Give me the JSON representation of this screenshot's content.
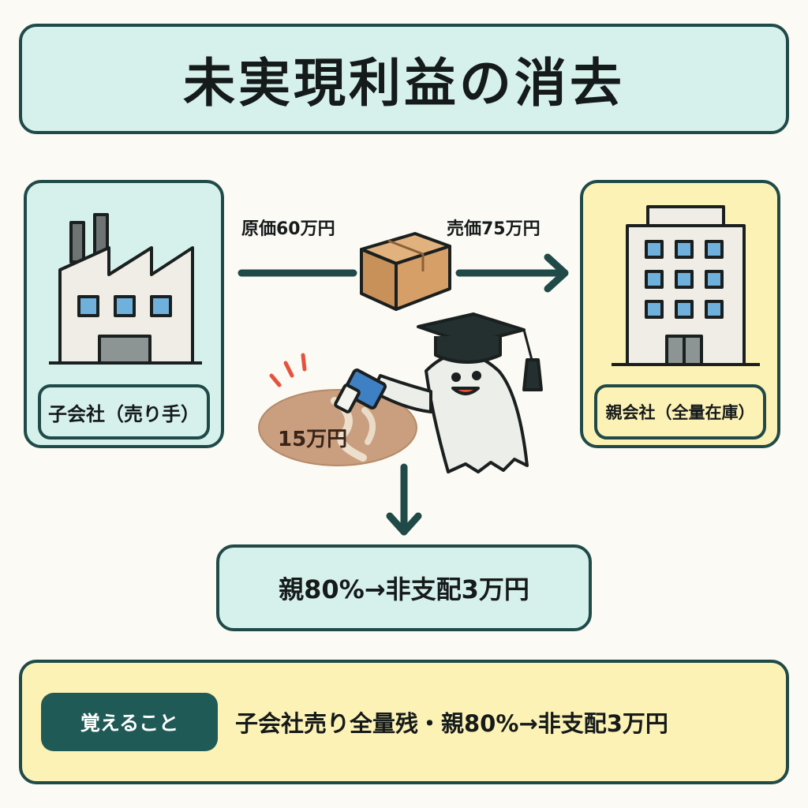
{
  "title": "未実現利益の消去",
  "seller": {
    "label": "子会社（売り手）",
    "icon": "factory-icon"
  },
  "buyer": {
    "label": "親会社（全量在庫）",
    "icon": "office-building-icon"
  },
  "flow": {
    "cost_label": "原価60万円",
    "price_label": "売価75万円",
    "goods_icon": "cardboard-box-icon"
  },
  "elimination": {
    "amount_label": "15万円",
    "mascot_icon": "ghost-graduate-eraser-icon"
  },
  "result": {
    "text": "親80%→非支配3万円"
  },
  "memo": {
    "badge": "覚えること",
    "text": "子会社売り全量残・親80%→非支配3万円"
  },
  "colors": {
    "outline": "#1f4a48",
    "mint": "#d6f1ec",
    "cream": "#fdf2b6",
    "badge": "#1f5a56",
    "profit_blob": "#c99f80"
  }
}
